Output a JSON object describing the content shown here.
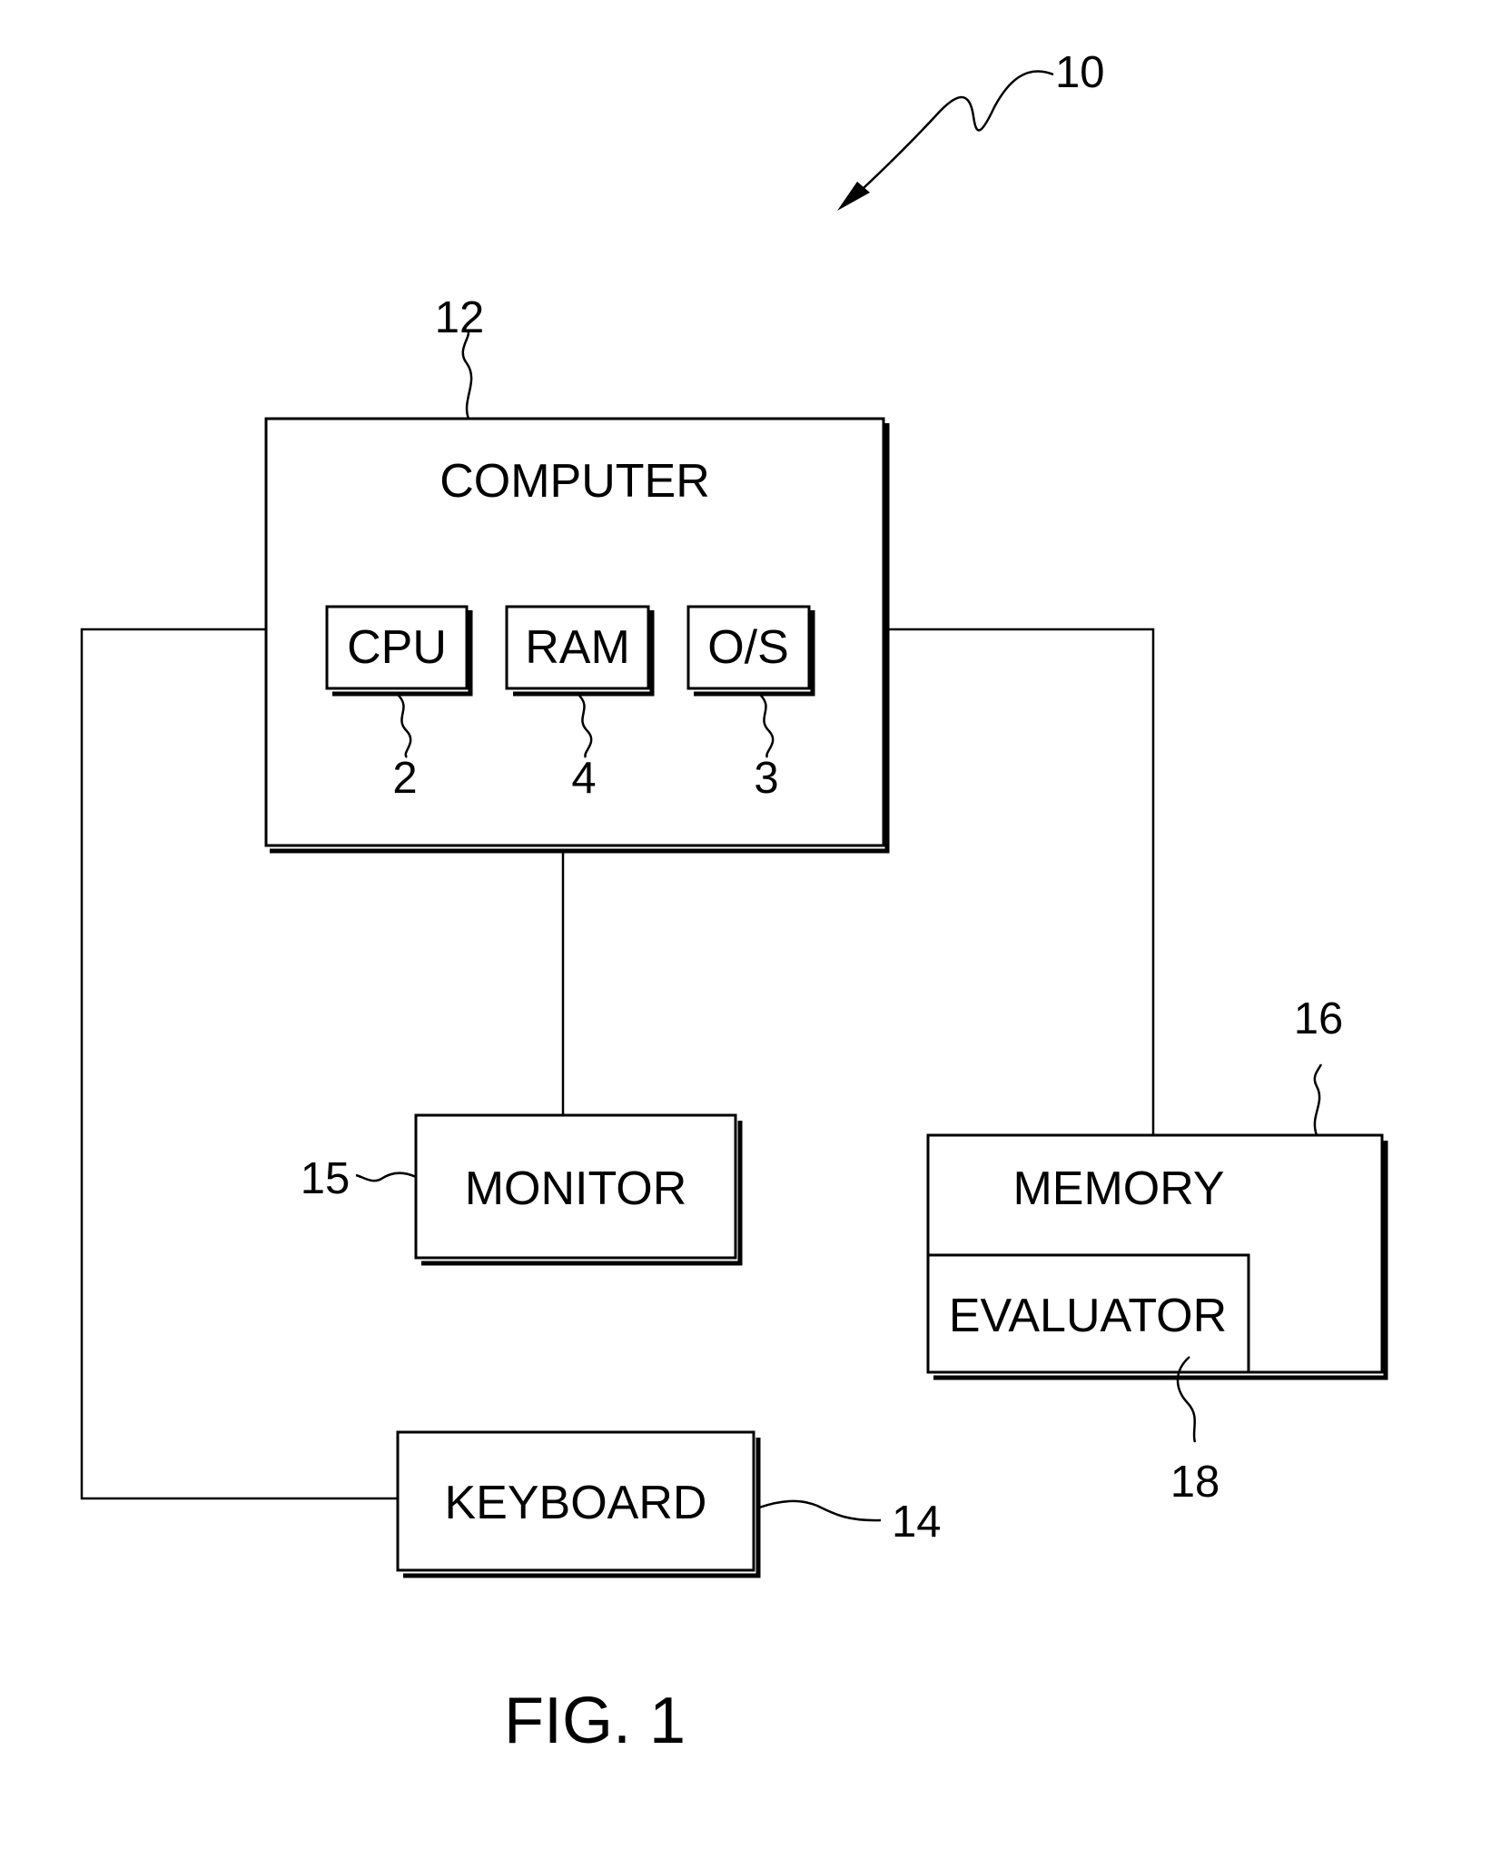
{
  "figure": {
    "caption": "FIG. 1",
    "system_ref": "10",
    "blocks": {
      "computer": {
        "label": "COMPUTER",
        "ref": "12"
      },
      "cpu": {
        "label": "CPU",
        "ref": "2"
      },
      "ram": {
        "label": "RAM",
        "ref": "4"
      },
      "os": {
        "label": "O/S",
        "ref": "3"
      },
      "monitor": {
        "label": "MONITOR",
        "ref": "15"
      },
      "memory": {
        "label": "MEMORY",
        "ref": "16"
      },
      "evaluator": {
        "label": "EVALUATOR",
        "ref": "18"
      },
      "keyboard": {
        "label": "KEYBOARD",
        "ref": "14"
      }
    }
  }
}
